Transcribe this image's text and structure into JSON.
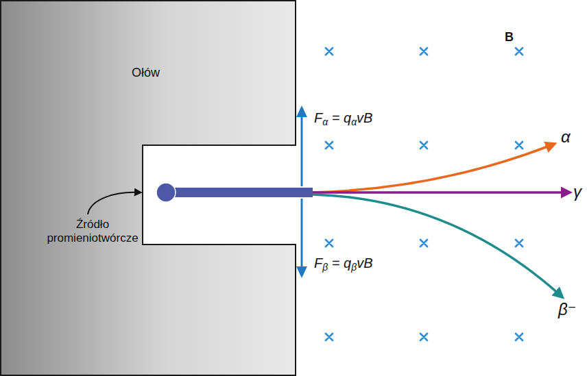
{
  "diagram": {
    "nodes": [
      {
        "text": [
          "Ołów"
        ]
      }
    ],
    "labels": [
      "Źródło promieniotwórcze",
      "Fα = qαvB",
      "Fβ = qβvB",
      "α",
      "γ",
      "β⁻",
      "B"
    ]
  }
}
